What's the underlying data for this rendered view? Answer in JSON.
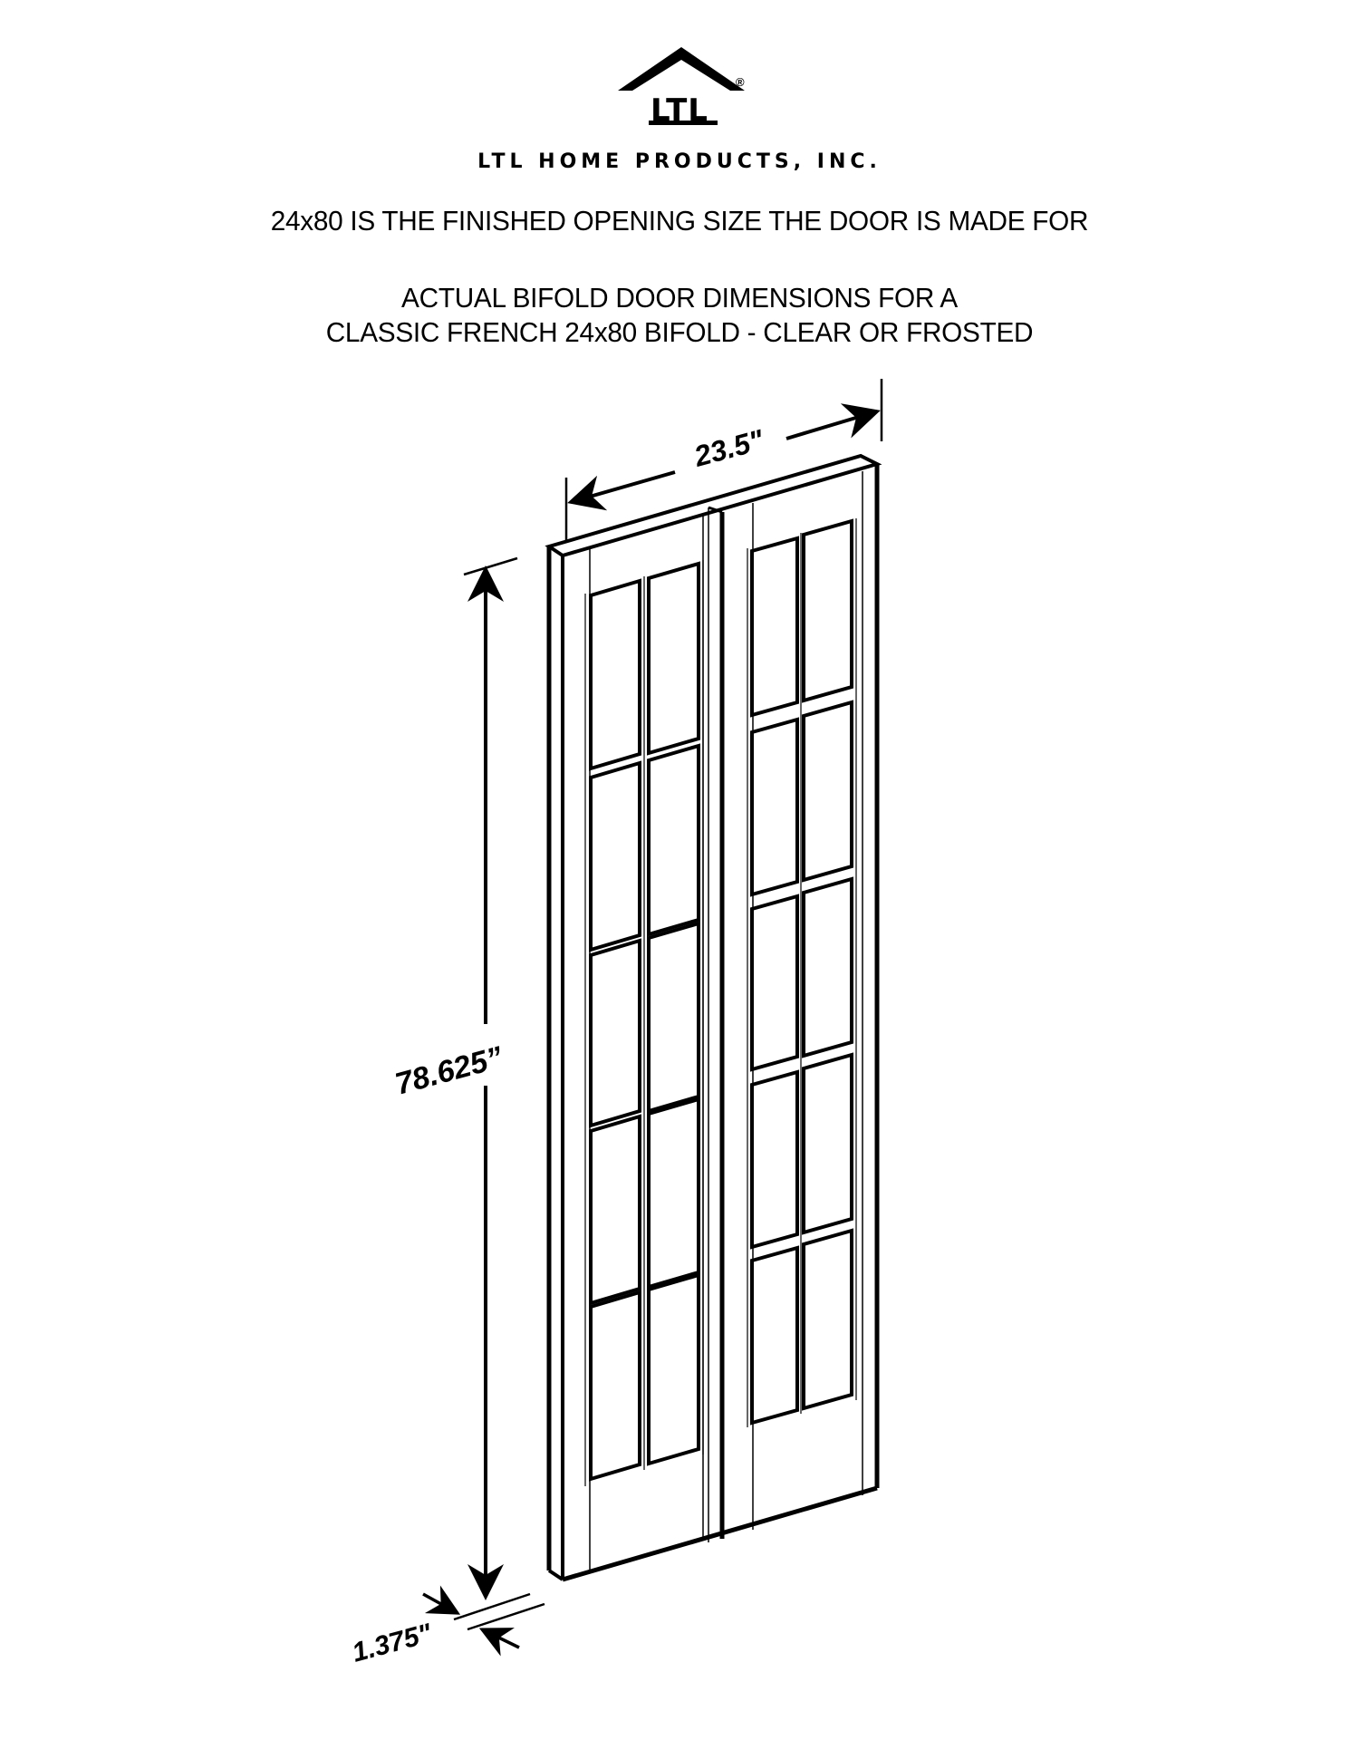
{
  "logo": {
    "mark": "LTL",
    "registered": "®",
    "icon": "house-roof-icon"
  },
  "company_name": "LTL HOME PRODUCTS, INC.",
  "headline": "24x80 IS THE FINISHED OPENING SIZE THE DOOR IS MADE FOR",
  "subtitle": {
    "line1": "ACTUAL BIFOLD DOOR DIMENSIONS FOR A",
    "line2": "CLASSIC FRENCH 24x80 BIFOLD - CLEAR OR FROSTED"
  },
  "dimensions": {
    "width": "23.5\"",
    "height": "78.625”",
    "thickness": "1.375\""
  },
  "door": {
    "type": "bifold",
    "panels": 2,
    "lites_per_panel": {
      "rows": 5,
      "columns": 2
    },
    "line_color": "#000000",
    "background": "#ffffff"
  }
}
